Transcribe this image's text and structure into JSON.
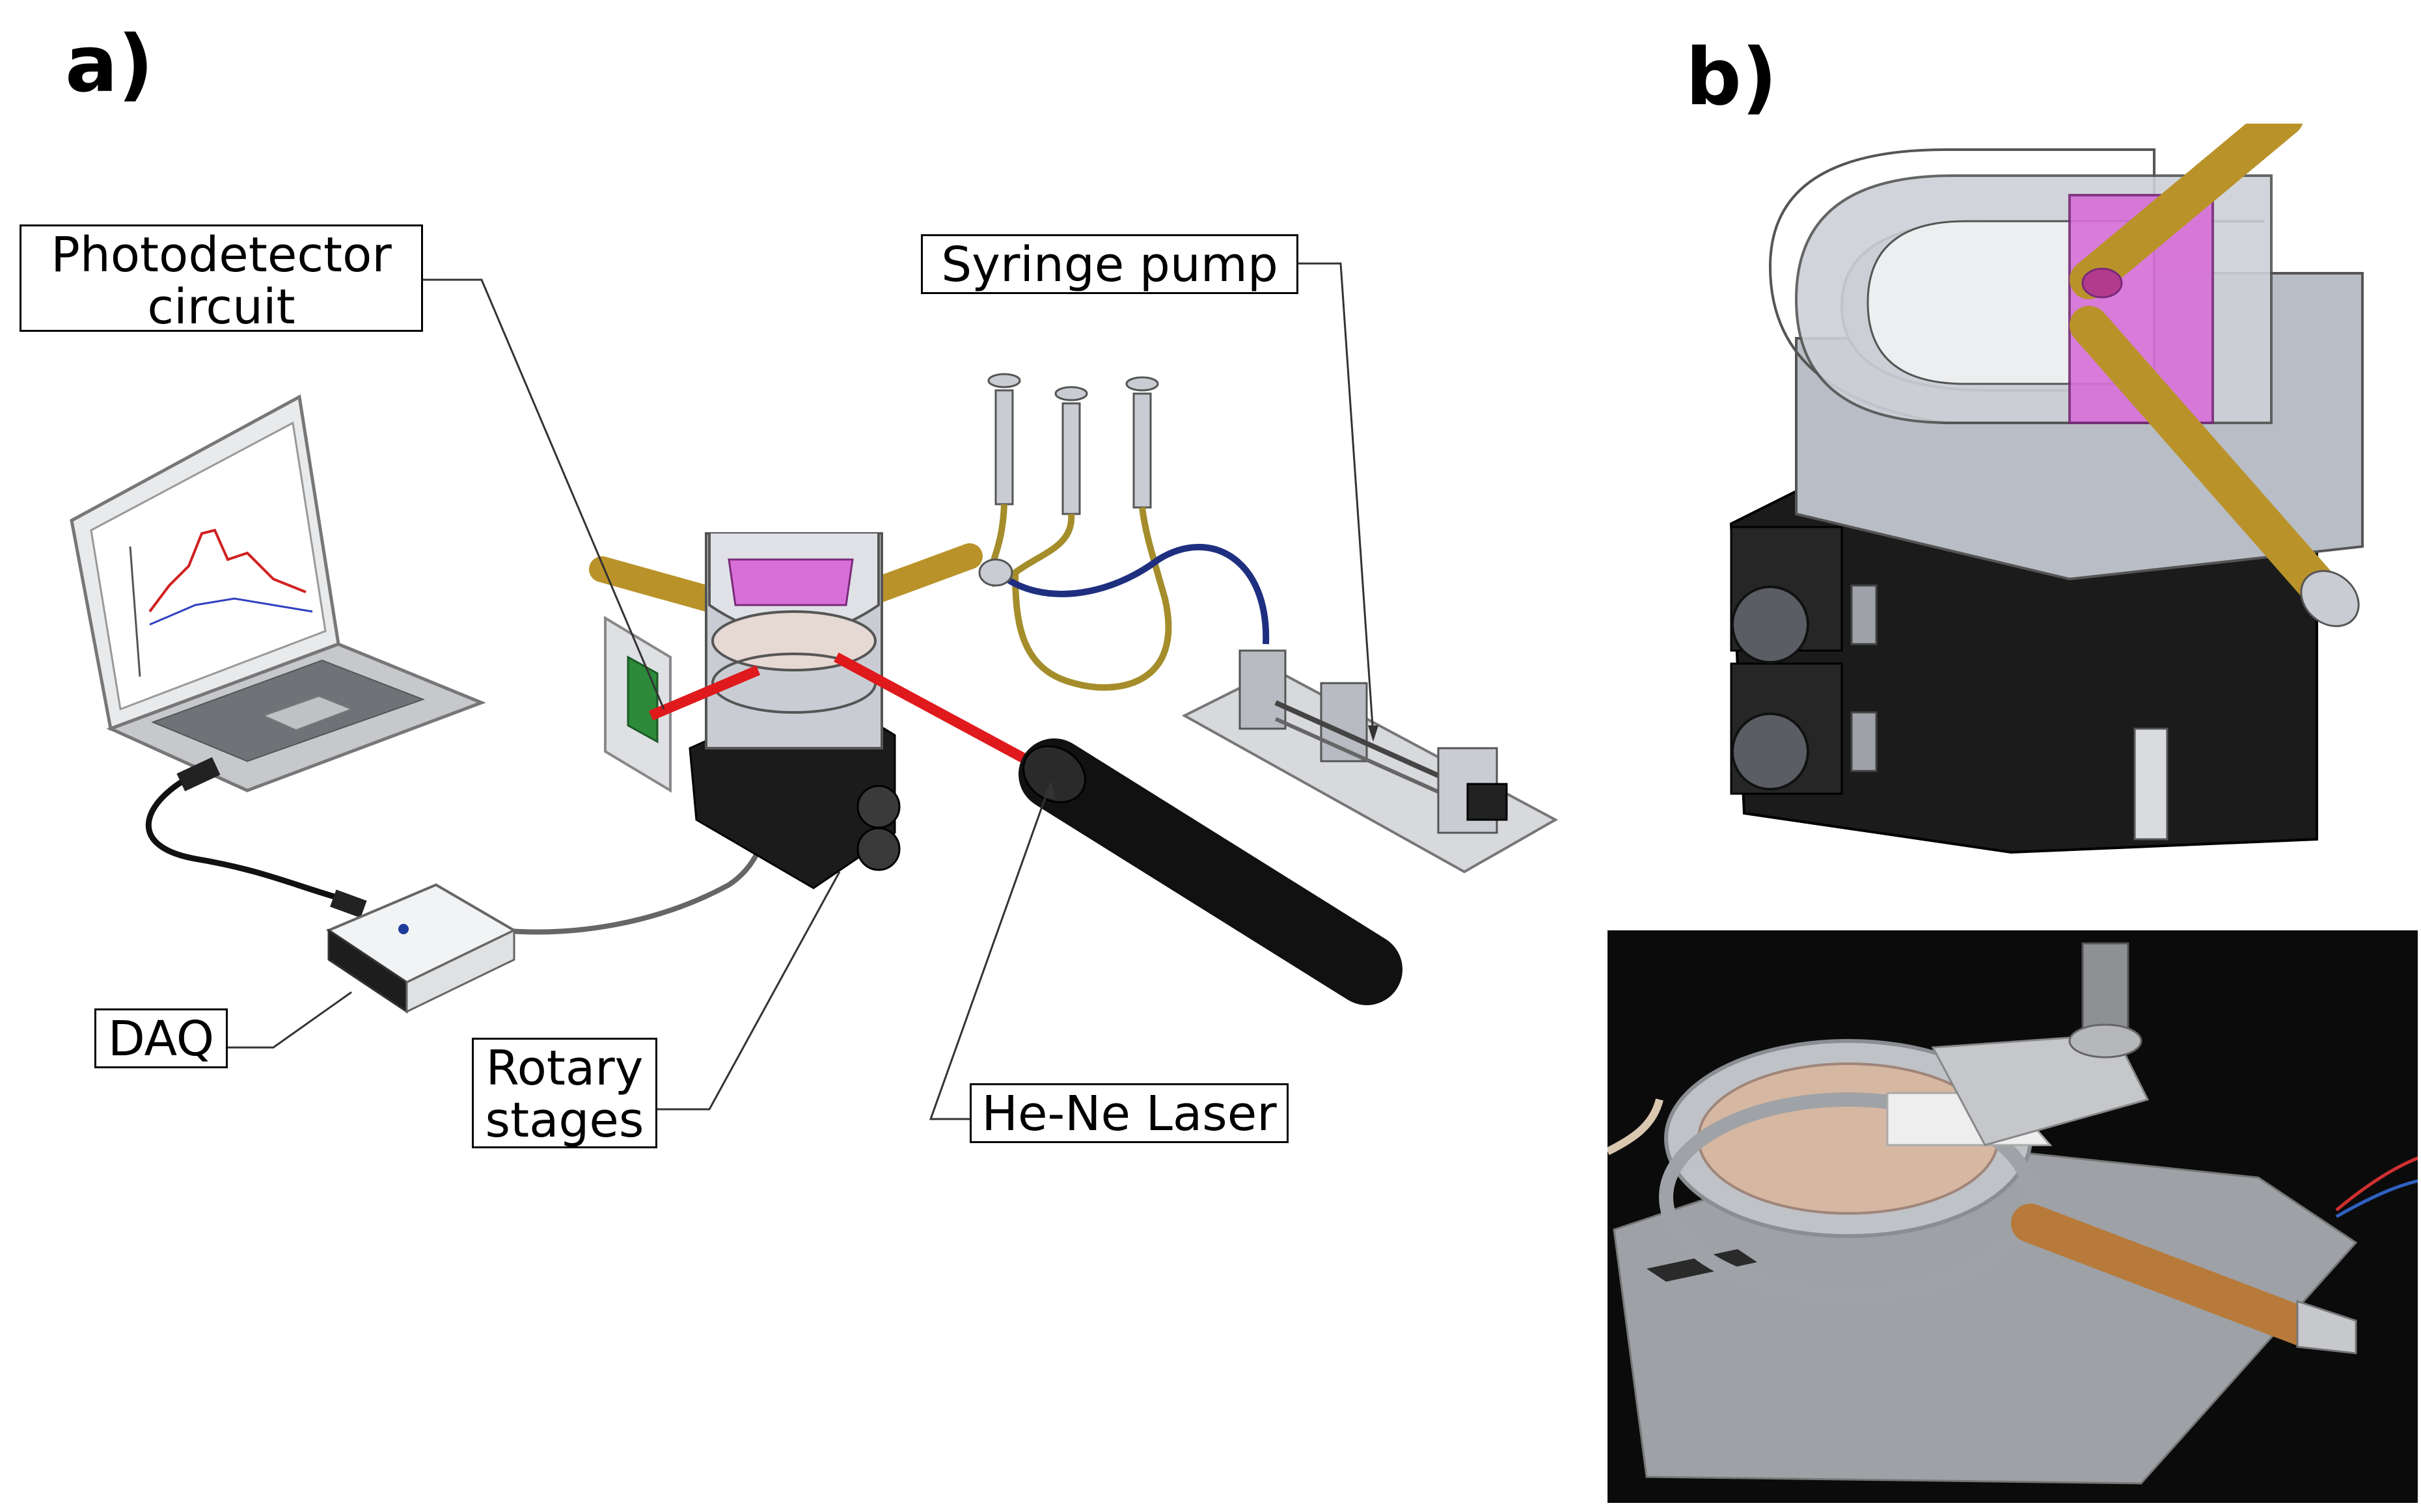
{
  "panels": {
    "a": {
      "letter": "a)"
    },
    "b": {
      "letter": "b)"
    }
  },
  "labels": {
    "photodetector": {
      "line1": "Photodetector",
      "line2": "circuit"
    },
    "syringe_pump": "Syringe pump",
    "daq": "DAQ",
    "rotary": {
      "line1": "Rotary",
      "line2": "stages"
    },
    "laser": "He-Ne Laser"
  },
  "colors": {
    "laser_beam": "#e0191c",
    "prism": "#d86fd8",
    "steel": "#c9ccd3",
    "stage_black": "#1b1b1b",
    "rod_gold": "#b9932a",
    "tube_yellow": "#a48d2a",
    "tube_blue": "#1f2f80",
    "pcb_green": "#2c8a3a"
  }
}
